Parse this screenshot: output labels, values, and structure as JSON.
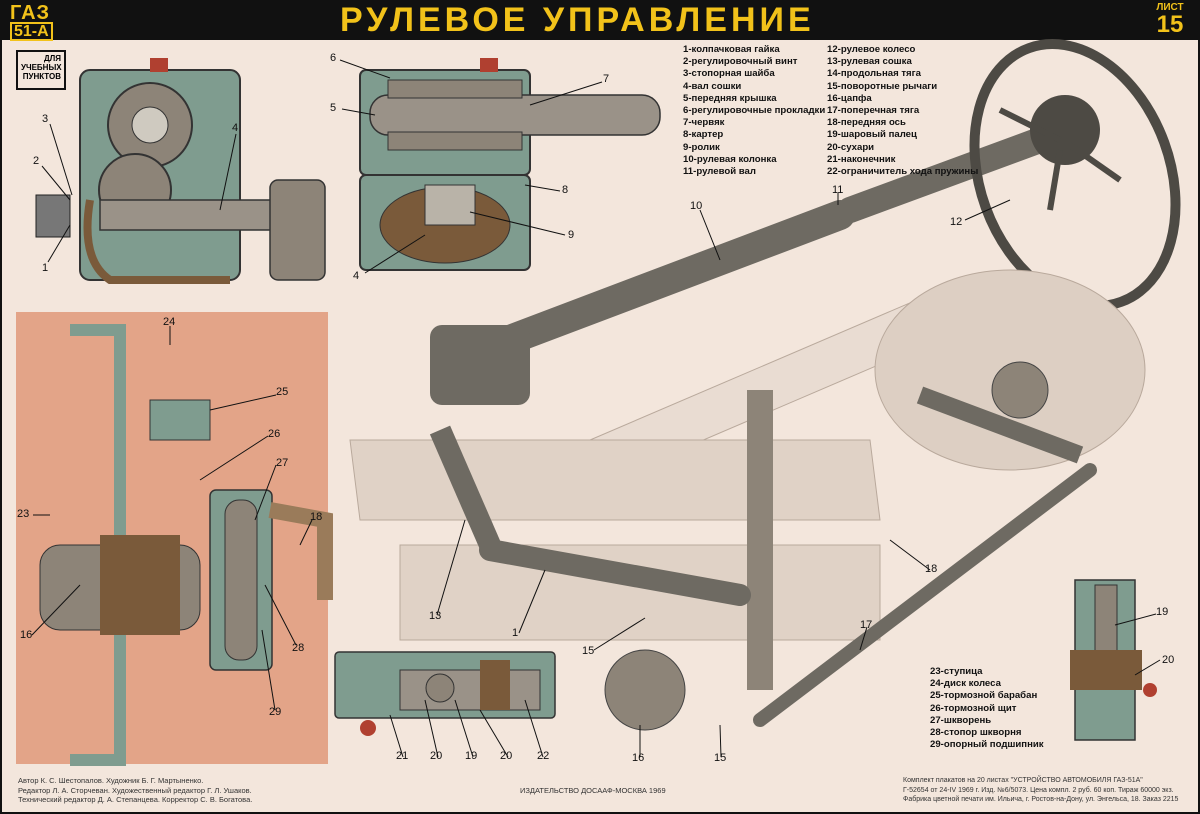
{
  "brand": {
    "make": "ГАЗ",
    "model": "51-А"
  },
  "title": "РУЛЕВОЕ   УПРАВЛЕНИЕ",
  "sheet": {
    "label": "ЛИСТ",
    "number": "15"
  },
  "for_schools": [
    "ДЛЯ",
    "УЧЕБНЫХ",
    "ПУНКТОВ"
  ],
  "legend_left": [
    "1-колпачковая гайка",
    "2-регулировочный винт",
    "3-стопорная шайба",
    "4-вал сошки",
    "5-передняя крышка",
    "6-регулировочные прокладки",
    "7-червяк",
    "8-картер",
    "9-ролик",
    "10-рулевая колонка",
    "11-рулевой вал"
  ],
  "legend_right": [
    "12-рулевое колесо",
    "13-рулевая сошка",
    "14-продольная тяга",
    "15-поворотные рычаги",
    "16-цапфа",
    "17-поперечная тяга",
    "18-передняя ось",
    "19-шаровый палец",
    "20-сухари",
    "21-наконечник",
    "22-ограничитель хода пружины"
  ],
  "legend_bottom": [
    "23-ступица",
    "24-диск колеса",
    "25-тормозной барабан",
    "26-тормозной щит",
    "27-шкворень",
    "28-стопор шкворня",
    "29-опорный подшипник"
  ],
  "callouts": {
    "c1_a": "1",
    "c2": "2",
    "c3": "3",
    "c4_a": "4",
    "c6": "6",
    "c5": "5",
    "c7": "7",
    "c8": "8",
    "c9": "9",
    "c4_b": "4",
    "c10": "10",
    "c11": "11",
    "c12": "12",
    "c24": "24",
    "c25": "25",
    "c26": "26",
    "c27": "27",
    "c23": "23",
    "c18_a": "18",
    "c16_a": "16",
    "c28": "28",
    "c29": "29",
    "c13": "13",
    "c1_b": "1",
    "c15_a": "15",
    "c16_b": "16",
    "c15_b": "15",
    "c17": "17",
    "c18_b": "18",
    "c21": "21",
    "c20_a": "20",
    "c19_a": "19",
    "c20_b": "20",
    "c22": "22",
    "c19_b": "19",
    "c20_c": "20"
  },
  "footer": {
    "credits": [
      "Автор К. С. Шестопалов. Художник Б. Г. Мартыненко.",
      "Редактор Л. А. Сторчеван. Художественный редактор Г. Л. Ушаков.",
      "Технический редактор Д. А. Степанцева. Корректор С. В. Богатова."
    ],
    "publisher": "ИЗДАТЕЛЬСТВО ДОСААФ-МОСКВА 1969",
    "print_info": [
      "Комплект плакатов на 20 листах \"УСТРОЙСТВО АВТОМОБИЛЯ ГАЗ-51А\"",
      "Г-52654 от 24-IV 1969 г. Изд. №6/5073. Цена компл. 2 руб. 60 коп. Тираж 60000 экз.",
      "Фабрика цветной печати им. Ильича, г. Ростов-на-Дону, ул. Энгельса, 18. Заказ 2215"
    ]
  },
  "colors": {
    "background": "#f3e6dc",
    "title": "#f2c21a",
    "bar": "#111111",
    "section_panel": "#e3a488",
    "housing": "#7f9c8f",
    "metal": "#8d8478",
    "fill_brown": "#7a5a3a"
  }
}
